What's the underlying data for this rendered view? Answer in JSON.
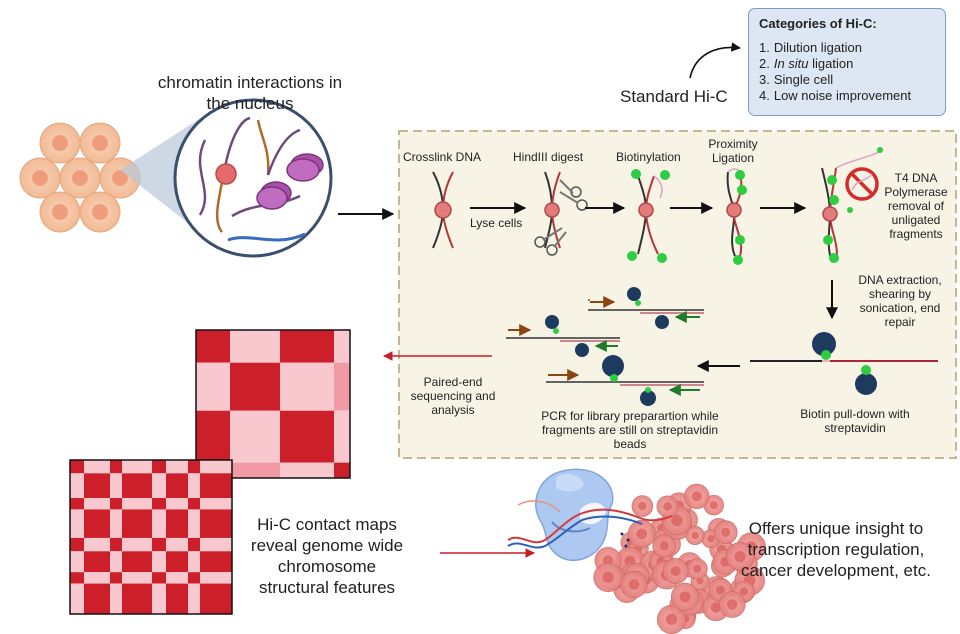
{
  "header": {
    "nucleus_caption": "chromatin interactions in the nucleus",
    "standard_label": "Standard Hi-C"
  },
  "categories": {
    "title": "Categories of Hi-C:",
    "items": [
      {
        "num": "1.",
        "text": "Dilution ligation",
        "italic": ""
      },
      {
        "num": "2.",
        "italic": "In situ",
        "text": " ligation"
      },
      {
        "num": "3.",
        "text": "Single cell",
        "italic": ""
      },
      {
        "num": "4.",
        "text": "Low noise improvement",
        "italic": ""
      }
    ]
  },
  "steps": {
    "crosslink": "Crosslink DNA",
    "lyse": "Lyse cells",
    "hindiii": "HindIII digest",
    "biotinylation": "Biotinylation",
    "proximity": "Proximity Ligation",
    "t4": "T4 DNA Polymerase removal of unligated fragments",
    "extraction": "DNA extraction, shearing by sonication, end repair",
    "pulldown": "Biotin pull-down with streptavidin",
    "pcr": "PCR for library preparartion while fragments are still on streptavidin beads",
    "sequencing": "Paired-end sequencing and analysis"
  },
  "bottom": {
    "contact_maps": "Hi-C contact maps reveal genome wide chromosome structural features",
    "insight": "Offers unique insight to transcription regulation, cancer development, etc."
  },
  "colors": {
    "dark_red": "#cc1f2a",
    "light_pink": "#f9c8cf",
    "mid_pink": "#f19aa5",
    "panel_bg": "#f7f4e5",
    "panel_border": "#c8b68f",
    "cell_fill": "#f7c9a6",
    "cell_nucleus": "#ef9c7c",
    "bead": "#1d3b5e",
    "biotin": "#2ecc40",
    "centromere": "#ef8a8a"
  }
}
